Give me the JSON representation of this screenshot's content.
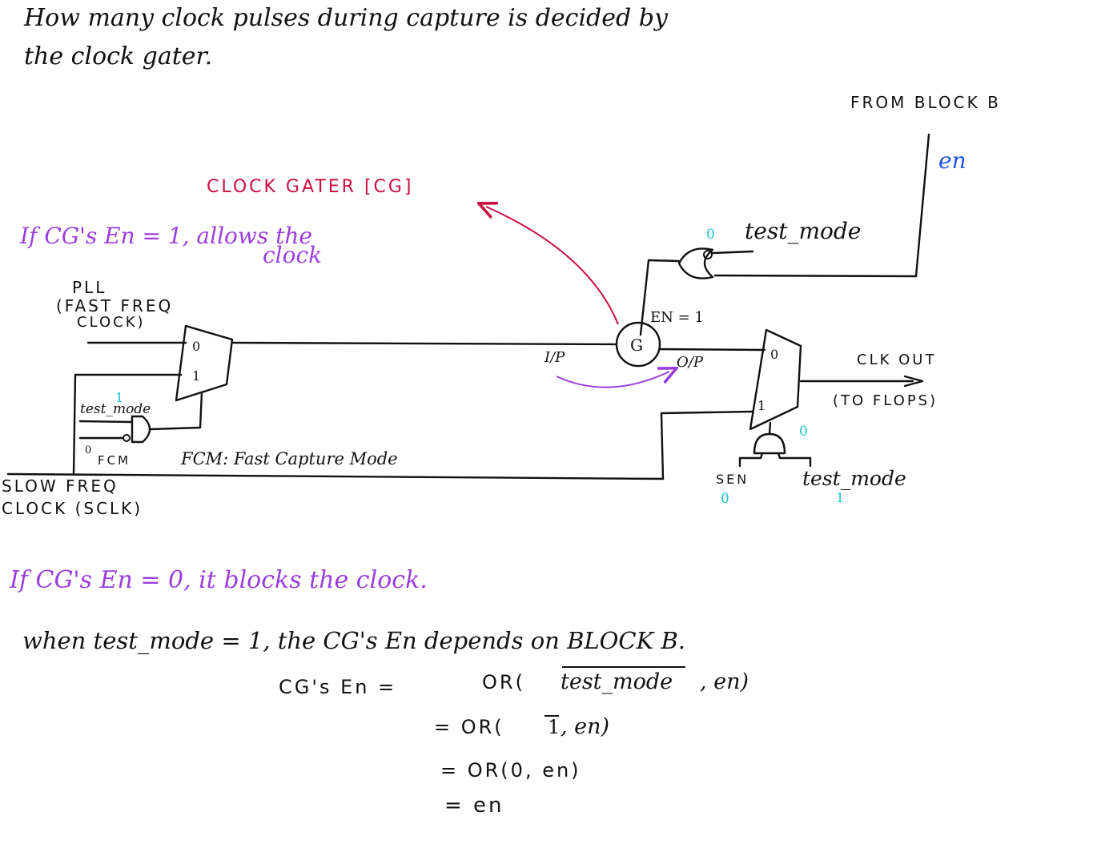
{
  "header": {
    "line1": "How many clock pulses during capture is decided by",
    "line2": "the clock gater."
  },
  "colors": {
    "ink": "#111111",
    "red": "#c8103f",
    "purple": "#9b3ee0",
    "blue": "#1e55e6",
    "cyan": "#19c4c8"
  },
  "top_right": {
    "from_block": "FROM BLOCK B",
    "en": "en",
    "test_mode_val": "0",
    "test_mode": "test_mode"
  },
  "clock_gater": {
    "title": "CLOCK GATER [CG]",
    "symbol": "G",
    "en_label": "EN = 1",
    "ip": "I/P",
    "op": "O/P"
  },
  "notes": {
    "if_en1_line1": "If CG's En = 1, allows the",
    "if_en1_line2": "clock",
    "if_en0": "If CG's En = 0, it blocks the clock."
  },
  "left_mux": {
    "pll_l1": "PLL",
    "pll_l2": "(FAST FREQ",
    "pll_l3": "CLOCK)",
    "in0": "0",
    "in1": "1",
    "test_mode_val": "1",
    "test_mode": "test_mode",
    "fcm_val": "0",
    "fcm": "FCM",
    "fcm_desc": "FCM: Fast Capture Mode",
    "slow_l1": "SLOW FREQ",
    "slow_l2": "CLOCK (SCLK)"
  },
  "right_mux": {
    "in0": "0",
    "in1": "1",
    "clk_out": "CLK OUT",
    "to_flops": "(TO FLOPS)",
    "and_val": "0",
    "sen": "SEN",
    "sen_val": "0",
    "test_mode": "test_mode",
    "test_mode_val": "1"
  },
  "derivation": {
    "when_line": "when test_mode = 1, the CG's En depends on BLOCK B.",
    "eq1_lhs": "CG's En =",
    "eq1_pre": "OR(",
    "eq1_over": "test_mode",
    "eq1_post": ", en)",
    "eq2_pre": "= OR(",
    "eq2_over": "1",
    "eq2_post": ", en)",
    "eq3": "= OR(0, en)",
    "eq4": "= en"
  }
}
